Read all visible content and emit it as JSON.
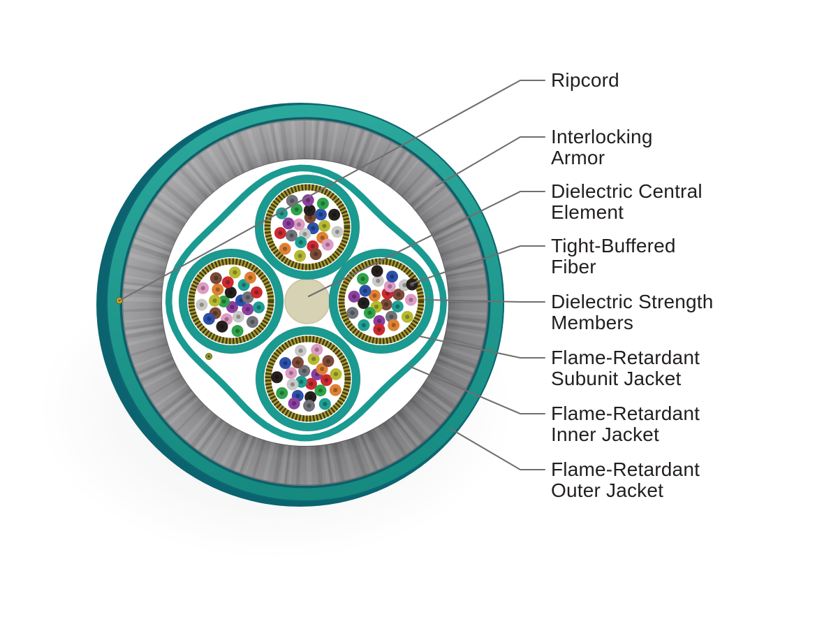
{
  "diagram": {
    "subject": "Armored tight-buffered fiber optic cable cross-section",
    "fiber_count_per_subunit": 24,
    "subunit_count": 4
  },
  "labels": [
    {
      "id": "ripcord",
      "text": "Ripcord"
    },
    {
      "id": "interlocking-armor",
      "text": "Interlocking\nArmor"
    },
    {
      "id": "dielectric-central-element",
      "text": "Dielectric Central\nElement"
    },
    {
      "id": "tight-buffered-fiber",
      "text": "Tight-Buffered\nFiber"
    },
    {
      "id": "dielectric-strength-members",
      "text": "Dielectric Strength\nMembers"
    },
    {
      "id": "flame-retardant-subunit-jacket",
      "text": "Flame-Retardant\nSubunit Jacket"
    },
    {
      "id": "flame-retardant-inner-jacket",
      "text": "Flame-Retardant\nInner Jacket"
    },
    {
      "id": "flame-retardant-outer-jacket",
      "text": "Flame-Retardant\nOuter Jacket"
    }
  ],
  "colors": {
    "background": "#ffffff",
    "jacket_teal": "#1a9a90",
    "jacket_teal_light": "#2ba99c",
    "jacket_teal_deep": "#15897f",
    "jacket_edge_dark": "#0b6370",
    "armor_gray": "#8e8e90",
    "armor_gray_dark": "#6e6e71",
    "armor_gray_light": "#9b9b9d",
    "strength_member_gold": "#a8982c",
    "strength_member_tick": "#3e3916",
    "central_element_beige": "#d6d2b3",
    "central_element_rim": "#c7c29e",
    "ripcord_yellow": "#c9b02b",
    "ripcord_olive": "#9aa029",
    "leader_line": "#6f6f6f",
    "label_text": "#221e1f"
  },
  "fiber_palette": [
    "#2b51ab",
    "#df8133",
    "#2fa34c",
    "#7b4a39",
    "#70747a",
    "#c9c9c7",
    "#cc2a31",
    "#25201d",
    "#b6ba30",
    "#8d3fa0",
    "#df9cc4",
    "#1f9f94"
  ]
}
